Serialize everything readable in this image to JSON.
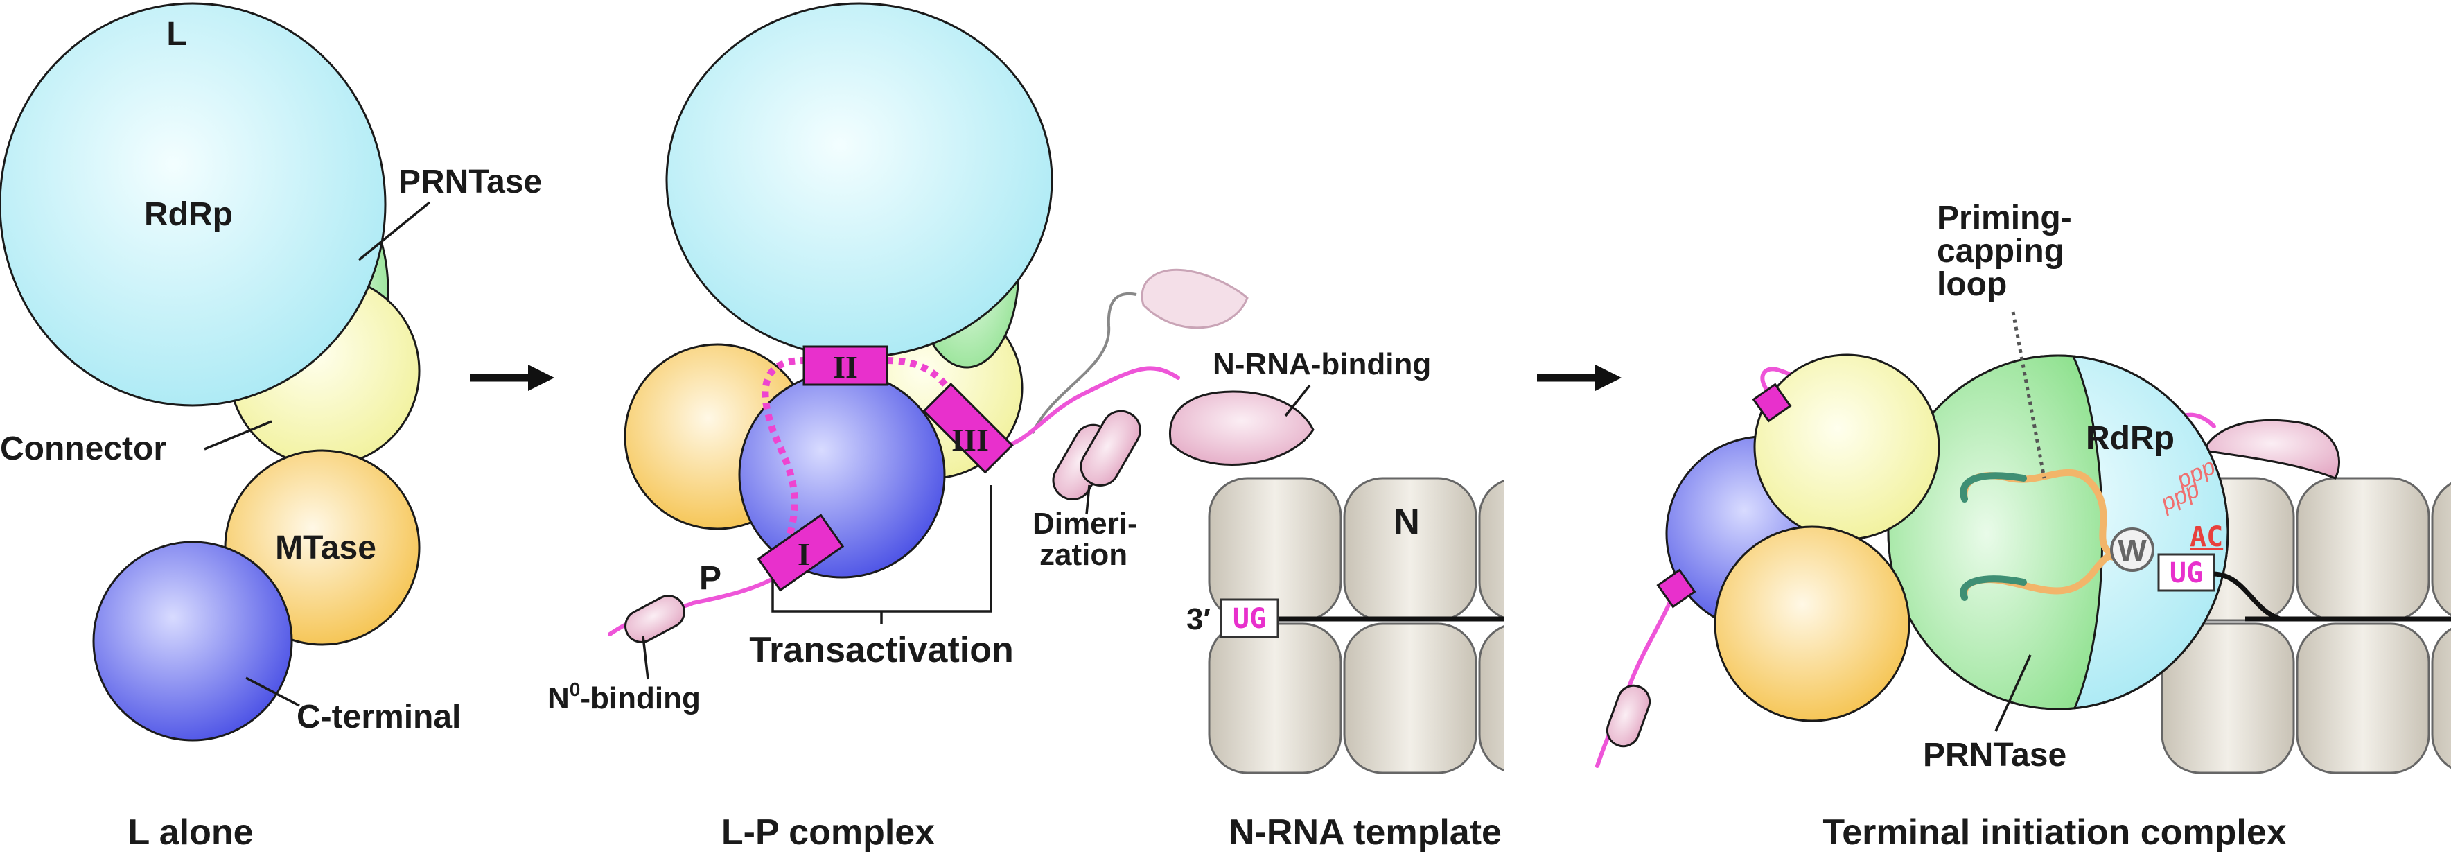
{
  "panels": {
    "l_alone": {
      "caption": "L alone",
      "label_L": "L",
      "label_rdrp": "RdRp",
      "label_prntase": "PRNTase",
      "label_connector": "Connector",
      "label_mtase": "MTase",
      "label_cterminal": "C-terminal"
    },
    "lp_complex": {
      "caption": "L-P complex",
      "label_P": "P",
      "motif_I": "I",
      "motif_II": "II",
      "motif_III": "III",
      "label_n0_prefix": "N",
      "label_n0_sup": "0",
      "label_n0_suffix": "-binding",
      "label_transactivation": "Transactivation",
      "label_dimer_1": "Dimeri-",
      "label_dimer_2": "zation",
      "label_nrna_binding": "N-RNA-binding"
    },
    "nrna_template": {
      "caption": "N-RNA template",
      "label_N": "N",
      "label_3prime": "3′",
      "label_ug": "UG"
    },
    "terminal_initiation": {
      "caption": "Terminal initiation complex",
      "label_loop_1": "Priming-",
      "label_loop_2": "capping",
      "label_loop_3": "loop",
      "label_rdrp": "RdRp",
      "label_prntase": "PRNTase",
      "label_W": "W",
      "label_ppp": "ppp",
      "label_ac": "AC",
      "label_ug": "UG"
    }
  },
  "colors": {
    "rdrp": "#c9f4fa",
    "prntase": "#a8eaa8",
    "connector": "#fbfbc4",
    "mtase": "#fbd98a",
    "cterminal": "#7478f0",
    "p_chain": "#ee55d8",
    "p_motif": "#e830cc",
    "p_domain": "#f2cfe0",
    "n_protein": "#dcd7cc",
    "loop": "#f2b56a",
    "loop_end": "#3f8f74",
    "ppp": "#f07070",
    "arrow": "#111111"
  },
  "icons": {
    "arrow_1": "right-arrow-icon",
    "arrow_2": "right-arrow-icon"
  }
}
